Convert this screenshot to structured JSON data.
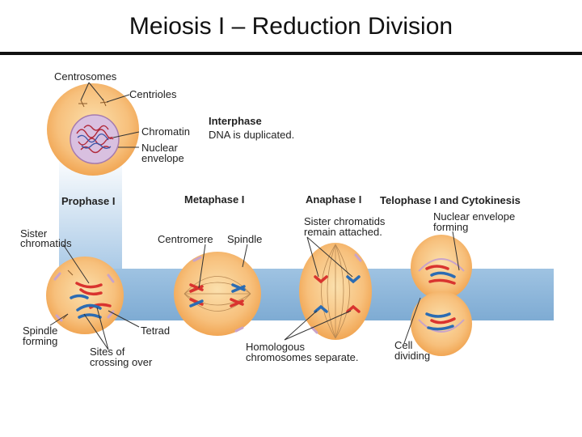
{
  "slide": {
    "title": "Meiosis I – Reduction Division"
  },
  "stages": {
    "interphase_title": "Interphase",
    "interphase_text": "DNA is duplicated.",
    "prophase": "Prophase I",
    "metaphase": "Metaphase I",
    "anaphase": "Anaphase I",
    "telophase": "Telophase I and Cytokinesis"
  },
  "labels": {
    "centrosomes": "Centrosomes",
    "centrioles": "Centrioles",
    "chromatin": "Chromatin",
    "nuclear_1": "Nuclear",
    "nuclear_2": "envelope",
    "sister_1": "Sister",
    "sister_2": "chromatids",
    "spindle_forming_1": "Spindle",
    "spindle_forming_2": "forming",
    "crossing_1": "Sites of",
    "crossing_2": "crossing over",
    "tetrad": "Tetrad",
    "centromere": "Centromere",
    "spindle": "Spindle",
    "remain_1": "Sister chromatids",
    "remain_2": "remain attached.",
    "homologous_1": "Homologous",
    "homologous_2": "chromosomes separate.",
    "env_forming_1": "Nuclear envelope",
    "env_forming_2": "forming",
    "cell_1": "Cell",
    "cell_2": "dividing"
  },
  "colors": {
    "cell_outer": "#f5b66a",
    "cell_inner": "#f9d9a3",
    "band": "#8db6da",
    "chrom_red": "#d9342f",
    "chrom_blue": "#2b6cb3",
    "nucleus": "#c89ac8"
  }
}
